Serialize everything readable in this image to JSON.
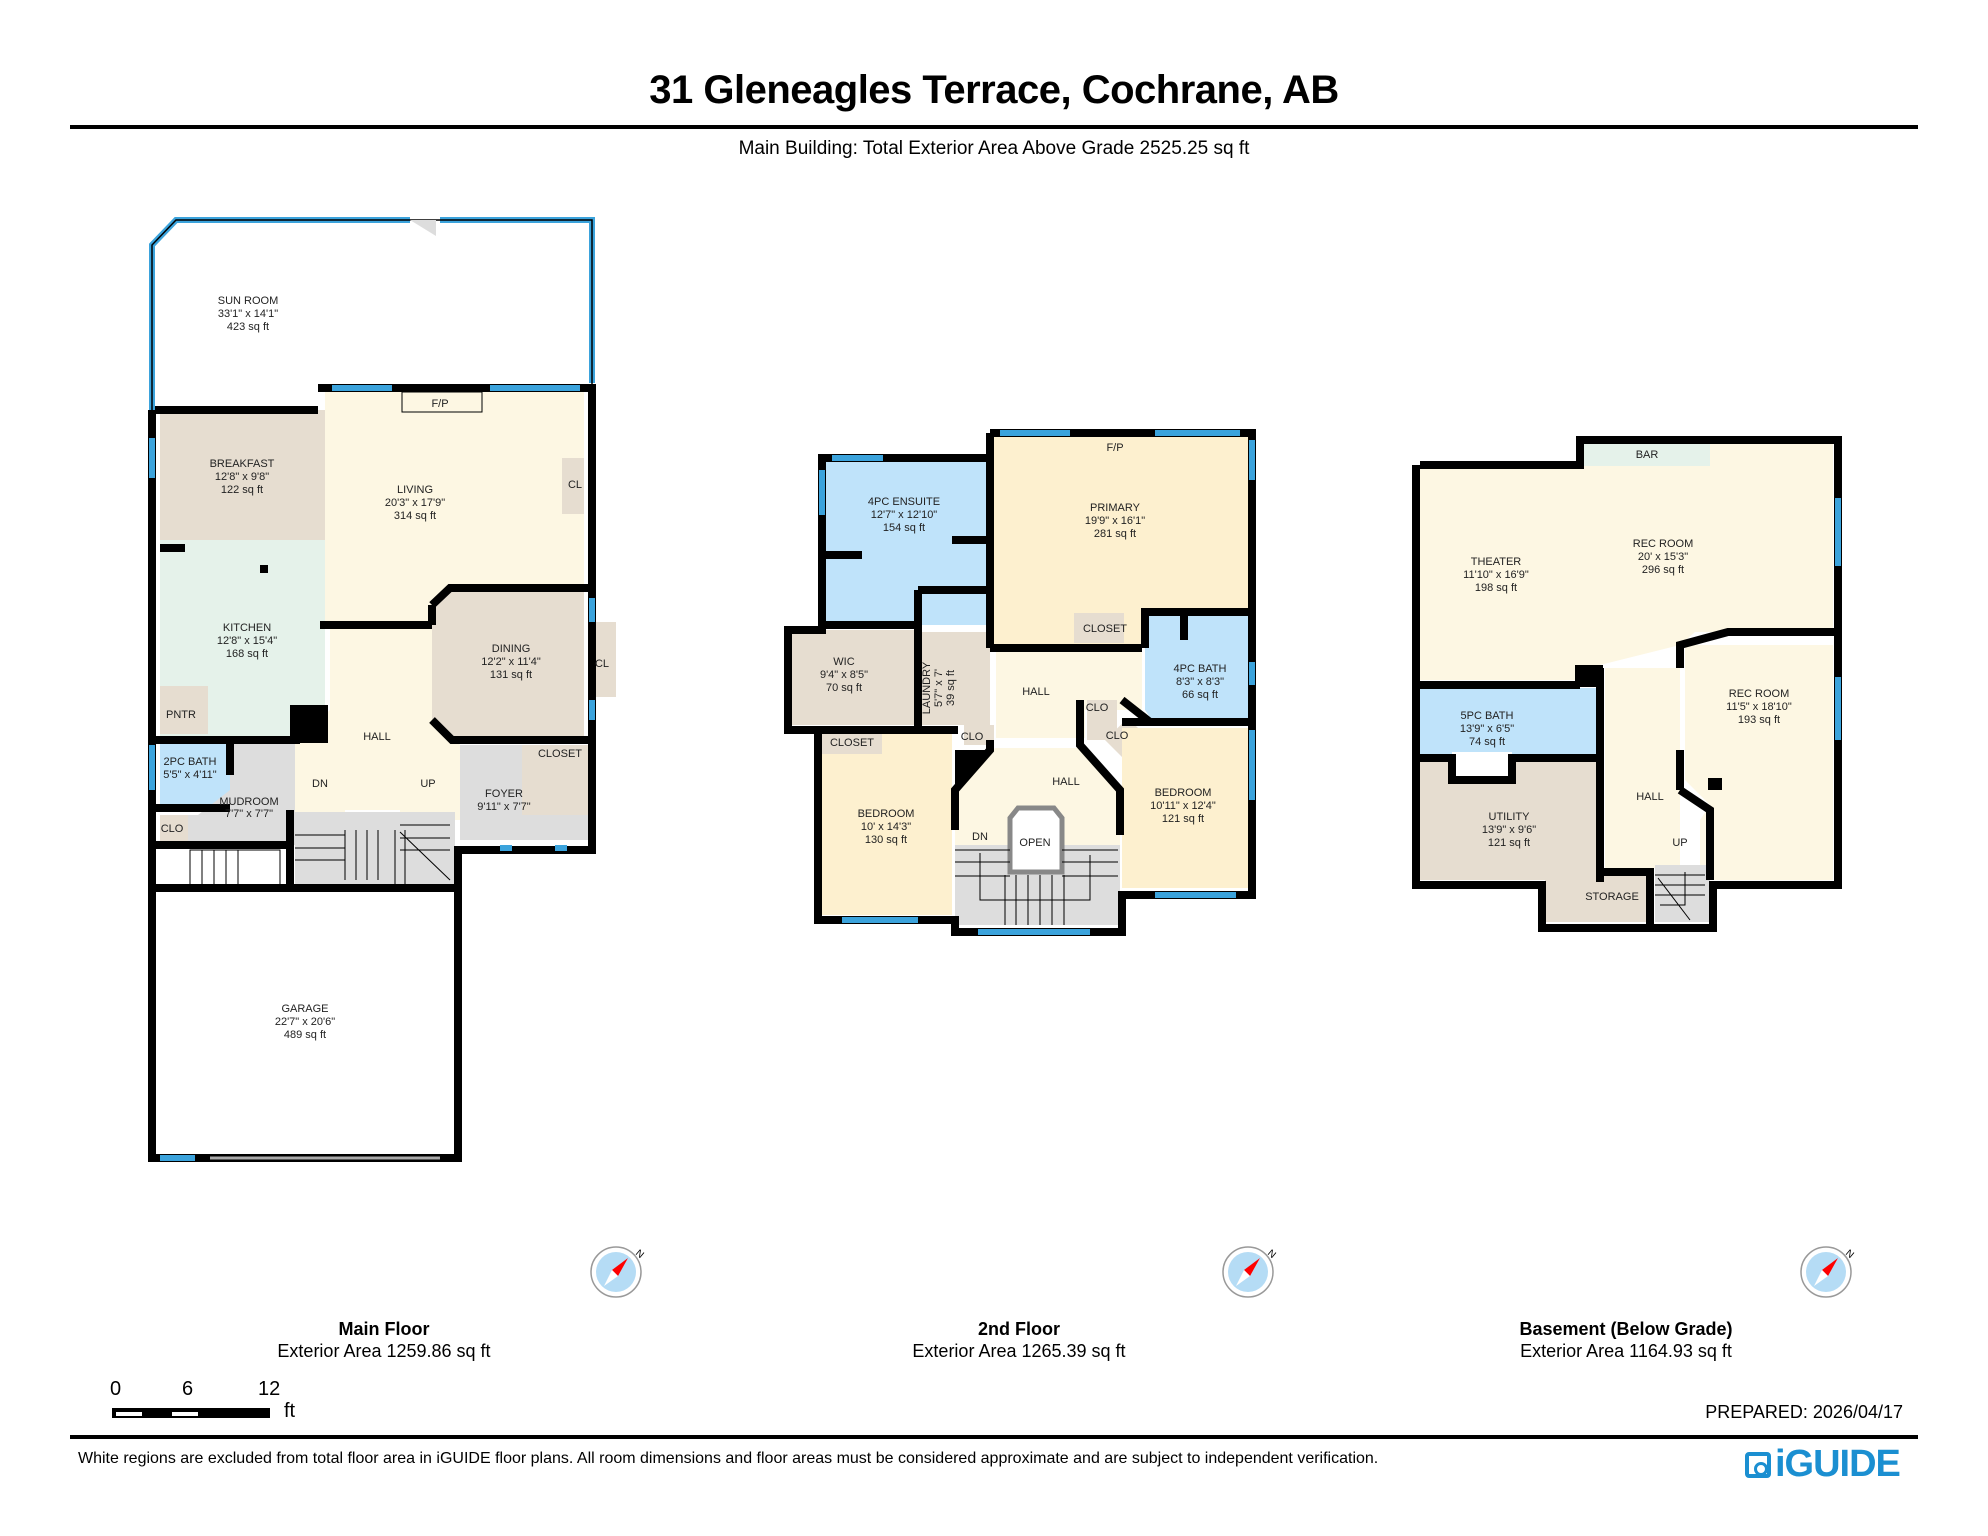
{
  "header": {
    "title": "31 Gleneagles Terrace, Cochrane, AB",
    "subtitle": "Main Building: Total Exterior Area Above Grade 2525.25 sq ft"
  },
  "colors": {
    "wall": "#000000",
    "window": "#3ba3dc",
    "living": "#fdf7e3",
    "bedroom": "#fdf0cf",
    "kitchen": "#e5f2ea",
    "bath": "#bfe3fa",
    "utility": "#e6ddd0",
    "circulation": "#dddddd",
    "excluded": "#ffffff",
    "brand": "#1b8fd1",
    "compass_needle": "#ff0000",
    "compass_face": "#b5dcf5"
  },
  "floors": [
    {
      "name": "Main Floor",
      "area": "Exterior Area 1259.86 sq ft",
      "rooms": [
        {
          "label": "SUN ROOM",
          "dims": "33'1\" x 14'1\"",
          "area": "423 sq ft"
        },
        {
          "label": "BREAKFAST",
          "dims": "12'8\" x 9'8\"",
          "area": "122 sq ft"
        },
        {
          "label": "LIVING",
          "dims": "20'3\" x 17'9\"",
          "area": "314 sq ft"
        },
        {
          "label": "KITCHEN",
          "dims": "12'8\" x 15'4\"",
          "area": "168 sq ft"
        },
        {
          "label": "DINING",
          "dims": "12'2\" x 11'4\"",
          "area": "131 sq ft"
        },
        {
          "label": "HALL"
        },
        {
          "label": "PNTR"
        },
        {
          "label": "2PC BATH",
          "dims": "5'5\" x 4'11\""
        },
        {
          "label": "MUDROOM",
          "dims": "7'7\" x 7'7\""
        },
        {
          "label": "CLO"
        },
        {
          "label": "FOYER",
          "dims": "9'11\" x 7'7\""
        },
        {
          "label": "CLOSET"
        },
        {
          "label": "CL"
        },
        {
          "label": "CL"
        },
        {
          "label": "F/P"
        },
        {
          "label": "DN"
        },
        {
          "label": "UP"
        },
        {
          "label": "GARAGE",
          "dims": "22'7\" x 20'6\"",
          "area": "489 sq ft"
        }
      ]
    },
    {
      "name": "2nd Floor",
      "area": "Exterior Area 1265.39 sq ft",
      "rooms": [
        {
          "label": "4PC ENSUITE",
          "dims": "12'7\" x 12'10\"",
          "area": "154 sq ft"
        },
        {
          "label": "PRIMARY",
          "dims": "19'9\" x 16'1\"",
          "area": "281 sq ft"
        },
        {
          "label": "F/P"
        },
        {
          "label": "WIC",
          "dims": "9'4\" x 8'5\"",
          "area": "70 sq ft"
        },
        {
          "label": "LAUNDRY",
          "dims": "5'7\" x 7'",
          "area": "39 sq ft"
        },
        {
          "label": "HALL"
        },
        {
          "label": "CLOSET"
        },
        {
          "label": "4PC BATH",
          "dims": "8'3\" x 8'3\"",
          "area": "66 sq ft"
        },
        {
          "label": "CLO"
        },
        {
          "label": "CLO"
        },
        {
          "label": "CLO"
        },
        {
          "label": "CLOSET"
        },
        {
          "label": "HALL"
        },
        {
          "label": "BEDROOM",
          "dims": "10' x 14'3\"",
          "area": "130 sq ft"
        },
        {
          "label": "BEDROOM",
          "dims": "10'11\" x 12'4\"",
          "area": "121 sq ft"
        },
        {
          "label": "OPEN"
        },
        {
          "label": "DN"
        }
      ]
    },
    {
      "name": "Basement (Below Grade)",
      "area": "Exterior Area 1164.93 sq ft",
      "rooms": [
        {
          "label": "BAR"
        },
        {
          "label": "THEATER",
          "dims": "11'10\" x 16'9\"",
          "area": "198 sq ft"
        },
        {
          "label": "REC ROOM",
          "dims": "20' x 15'3\"",
          "area": "296 sq ft"
        },
        {
          "label": "REC ROOM",
          "dims": "11'5\" x 18'10\"",
          "area": "193 sq ft"
        },
        {
          "label": "5PC BATH",
          "dims": "13'9\" x 6'5\"",
          "area": "74 sq ft"
        },
        {
          "label": "UTILITY",
          "dims": "13'9\" x 9'6\"",
          "area": "121 sq ft"
        },
        {
          "label": "HALL"
        },
        {
          "label": "STORAGE"
        },
        {
          "label": "UP"
        }
      ]
    }
  ],
  "compass": {
    "label": "N",
    "icon": "compass-north-icon"
  },
  "scale_bar": {
    "ticks": [
      "0",
      "6",
      "12"
    ],
    "unit": "ft"
  },
  "footer": {
    "prepared": "PREPARED: 2026/04/17",
    "disclaimer": "White regions are excluded from total floor area in iGUIDE floor plans. All room dimensions and floor areas must be considered approximate and are subject to independent verification.",
    "brand": "iGUIDE"
  }
}
